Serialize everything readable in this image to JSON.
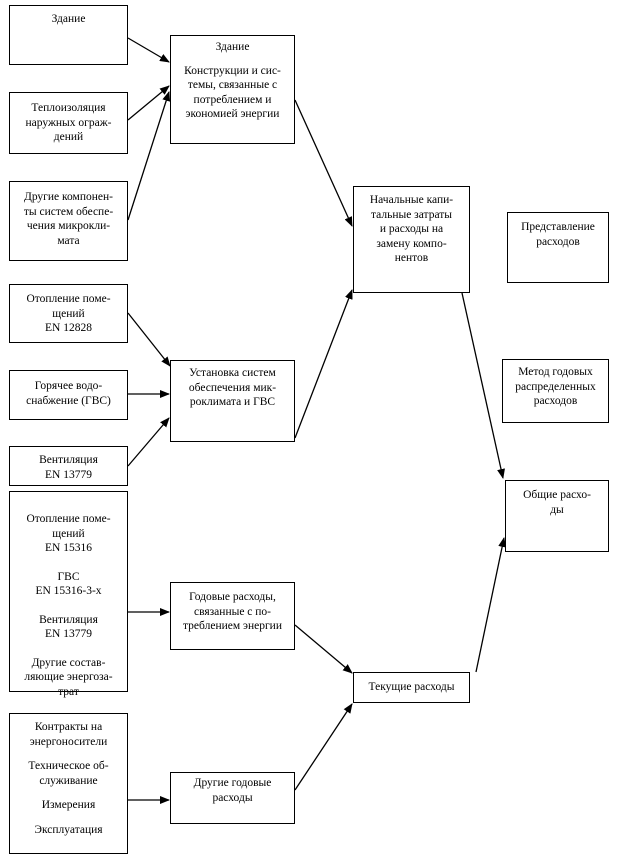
{
  "boxes": {
    "zdanie_input": "Здание",
    "teploizolyatsiya": "Теплоизоляция\nнаружных ограж-\nдений",
    "drugie_komponenty": "Другие компонен-\nты систем обеспе-\nчения микрокли-\nмата",
    "otoplenie_12828": "Отопление поме-\nщений\nEN 12828",
    "gvs_input": "Горячее водо-\nснабжение (ГВС)",
    "ventilyatsiya_13779": "Вентиляция\nEN 13779",
    "group_otoplenie": "Отопление поме-\nщений\nEN 15316",
    "group_gvs": "ГВС\nEN 15316-3-х",
    "group_ventilyatsiya": "Вентиляция\nEN 13779",
    "group_drugie": "Другие состав-\nляющие энергоза-\nтрат",
    "group2_kontrakty": "Контракты на\nэнергоносители",
    "group2_tekh": "Техническое об-\nслуживание",
    "group2_izmereniya": "Измерения",
    "group2_ekspl": "Эксплуатация",
    "zdanie_title": "Здание",
    "zdanie_desc": "Конструкции и сис-\nтемы, связанные с\nпотреблением и\nэкономией энергии",
    "ustanovka": "Установка систем\nобеспечения мик-\nроклимата и ГВС",
    "godovye_energy": "Годовые расходы,\nсвязанные с по-\nтреблением энергии",
    "drugie_godovye": "Другие годовые\nрасходы",
    "nachalnye": "Начальные капи-\nтальные затраты\nи расходы на\nзамену компо-\nнентов",
    "tekushchie": "Текущие расходы",
    "predstavlenie": "Представление\nрасходов",
    "metod": "Метод годовых\nраспределенных\nрасходов",
    "obshchie": "Общие расхо-\nды"
  }
}
